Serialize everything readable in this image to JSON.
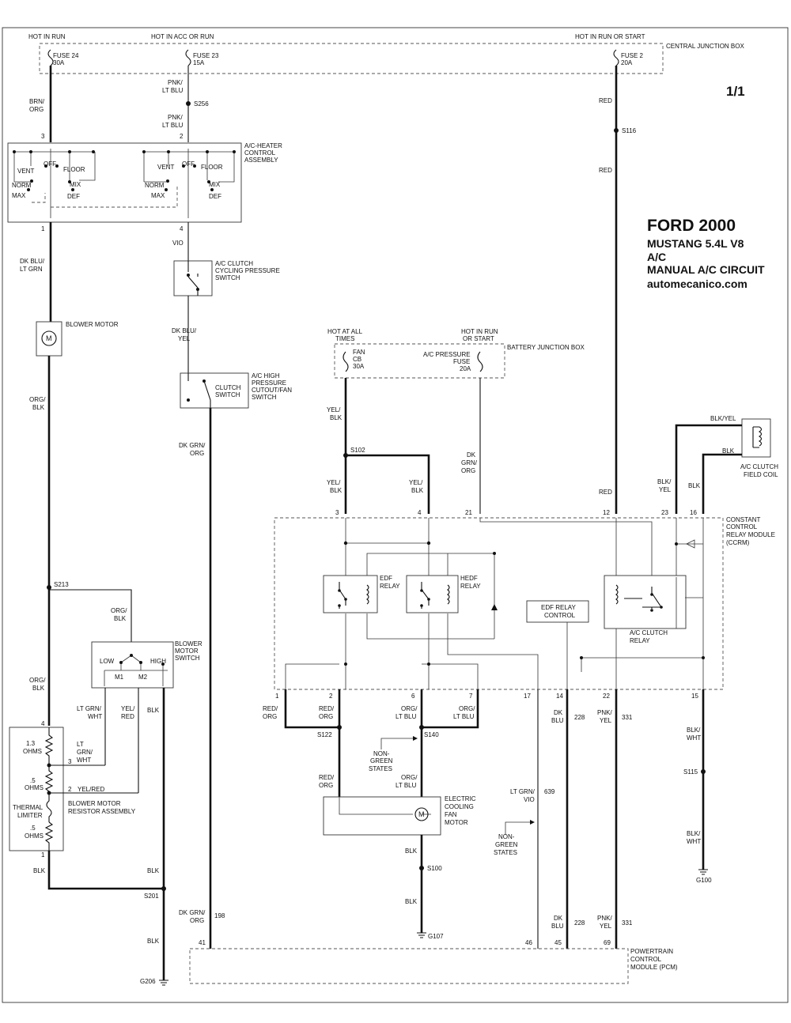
{
  "page_label": "1/1",
  "header": {
    "brand_year": "FORD 2000",
    "model": "MUSTANG  5.4L  V8",
    "system": "A/C",
    "circuit": "MANUAL A/C CIRCUIT",
    "site": "automecanico.com"
  },
  "boxes": {
    "cjb": "CENTRAL JUNCTION BOX",
    "bjb": "BATTERY JUNCTION BOX",
    "heater_ctrl": [
      "A/C-HEATER",
      "CONTROL",
      "ASSEMBLY"
    ],
    "cycling_sw": [
      "A/C CLUTCH",
      "CYCLING PRESSURE",
      "SWITCH"
    ],
    "blower_motor": "BLOWER MOTOR",
    "hp_switch": [
      "A/C HIGH",
      "PRESSURE",
      "CUTOUT/FAN",
      "SWITCH"
    ],
    "clutch_switch": [
      "CLUTCH",
      "SWITCH"
    ],
    "blower_sw": [
      "BLOWER",
      "MOTOR",
      "SWITCH"
    ],
    "resistor": [
      "BLOWER MOTOR",
      "RESISTOR ASSEMBLY"
    ],
    "ccrm": [
      "CONSTANT",
      "CONTROL",
      "RELAY MODULE",
      "(CCRM)"
    ],
    "edf_relay": [
      "EDF",
      "RELAY"
    ],
    "hedf_relay": [
      "HEDF",
      "RELAY"
    ],
    "edf_ctrl": [
      "EDF RELAY",
      "CONTROL"
    ],
    "ac_relay": [
      "A/C CLUTCH",
      "RELAY"
    ],
    "field_coil": [
      "A/C CLUTCH",
      "FIELD COIL"
    ],
    "fan_motor": [
      "ELECTRIC",
      "COOLING",
      "FAN",
      "MOTOR"
    ],
    "pcm": [
      "POWERTRAIN",
      "CONTROL",
      "MODULE (PCM)"
    ]
  },
  "power": {
    "hot_run": "HOT IN RUN",
    "hot_acc": "HOT IN ACC OR RUN",
    "hot_run_start": "HOT IN RUN OR START",
    "hot_all": [
      "HOT AT ALL",
      "TIMES"
    ],
    "hot_run_start2": [
      "HOT IN RUN",
      "OR START"
    ]
  },
  "fuses": {
    "f24": [
      "FUSE 24",
      "30A"
    ],
    "f23": [
      "FUSE 23",
      "15A"
    ],
    "f2": [
      "FUSE 2",
      "20A"
    ],
    "fan_cb": [
      "FAN",
      "CB",
      "30A"
    ],
    "acp_fuse": [
      "A/C PRESSURE",
      "FUSE",
      "20A"
    ]
  },
  "wires": {
    "brn_org": [
      "BRN/",
      "ORG"
    ],
    "pnk_ltblu_a": [
      "PNK/",
      "LT BLU"
    ],
    "pnk_ltblu_b": [
      "PNK/",
      "LT BLU"
    ],
    "red_a": "RED",
    "red_b": "RED",
    "red_c": "RED",
    "dkblu_ltgrn": [
      "DK BLU/",
      "LT GRN"
    ],
    "vio": "VIO",
    "dkblu_yel": [
      "DK BLU/",
      "YEL"
    ],
    "org_blk_a": [
      "ORG/",
      "BLK"
    ],
    "org_blk_b": [
      "ORG/",
      "BLK"
    ],
    "org_blk_c": [
      "ORG/",
      "BLK"
    ],
    "dkgrn_org_a": [
      "DK GRN/",
      "ORG"
    ],
    "dkgrn_org_b": [
      "DK GRN/",
      "ORG"
    ],
    "yel_blk_a": [
      "YEL/",
      "BLK"
    ],
    "yel_blk_b": [
      "YEL/",
      "BLK"
    ],
    "yel_blk_c": [
      "YEL/",
      "BLK"
    ],
    "dkgrn_org_c": [
      "DK",
      "GRN/",
      "ORG"
    ],
    "blk_yel_a": "BLK/YEL",
    "blk_yel_b": [
      "BLK/",
      "YEL"
    ],
    "blk_a": "BLK",
    "blk_b": "BLK",
    "ltgrn_wht_a": [
      "LT GRN/",
      "WHT"
    ],
    "yel_red": [
      "YEL/",
      "RED"
    ],
    "blk_c": "BLK",
    "ltgrn_wht_b": [
      "LT",
      "GRN/",
      "WHT"
    ],
    "yel_red_b": "YEL/RED",
    "red_org_a": [
      "RED/",
      "ORG"
    ],
    "red_org_b": [
      "RED/",
      "ORG"
    ],
    "red_org_c": [
      "RED/",
      "ORG"
    ],
    "org_ltblu_a": [
      "ORG/",
      "LT BLU"
    ],
    "org_ltblu_b": [
      "ORG/",
      "LT BLU"
    ],
    "org_ltblu_c": [
      "ORG/",
      "LT BLU"
    ],
    "dk_blu_a": [
      "DK",
      "BLU"
    ],
    "dk_blu_b": [
      "DK",
      "BLU"
    ],
    "pnk_yel_a": [
      "PNK/",
      "YEL"
    ],
    "pnk_yel_b": [
      "PNK/",
      "YEL"
    ],
    "blk_wht_a": [
      "BLK/",
      "WHT"
    ],
    "blk_wht_b": [
      "BLK/",
      "WHT"
    ],
    "ltgrn_vio": [
      "LT GRN/",
      "VIO"
    ],
    "blk_d": "BLK",
    "blk_e": "BLK",
    "blk_f": "BLK",
    "blk_g": "BLK",
    "blk_h": "BLK",
    "blk_i": "BLK",
    "c198": "198",
    "c228a": "228",
    "c228b": "228",
    "c331a": "331",
    "c331b": "331",
    "c639": "639"
  },
  "splices": {
    "s256": "S256",
    "s116": "S116",
    "s102": "S102",
    "s213": "S213",
    "s122": "S122",
    "s140": "S140",
    "s115": "S115",
    "s100": "S100",
    "s201": "S201",
    "g100": "G100",
    "g107": "G107",
    "g206": "G206"
  },
  "switch_labels": {
    "vent": "VENT",
    "off": "OFF",
    "floor": "FLOOR",
    "norm": "NORM",
    "mix": "MIX",
    "max": "MAX",
    "def": "DEF",
    "low": "LOW",
    "high": "HIGH",
    "m1": "M1",
    "m2": "M2"
  },
  "resistor_labels": {
    "r1": [
      "1.3",
      "OHMS"
    ],
    "r2": [
      ".5",
      "OHMS"
    ],
    "limiter": [
      "THERMAL",
      "LIMITER"
    ],
    "r3": [
      ".5",
      "OHMS"
    ]
  },
  "non_green": [
    "NON-",
    "GREEN",
    "STATES"
  ],
  "pins": {
    "hc3": "3",
    "hc2": "2",
    "hc1": "1",
    "hc4": "4",
    "c3": "3",
    "c4": "4",
    "c21": "21",
    "c12": "12",
    "c23": "23",
    "c16": "16",
    "b1": "1",
    "b2": "2",
    "b6": "6",
    "b7": "7",
    "b17": "17",
    "b14": "14",
    "b22": "22",
    "b15": "15",
    "r4": "4",
    "r3": "3",
    "r2": "2",
    "r1": "1",
    "p41": "41",
    "p46": "46",
    "p45": "45",
    "p69": "69"
  }
}
